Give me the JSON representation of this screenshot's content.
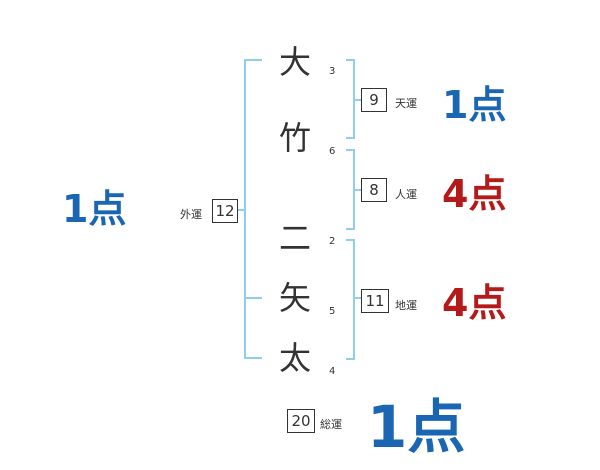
{
  "name_chars": [
    {
      "char": "大",
      "strokes": "3"
    },
    {
      "char": "竹",
      "strokes": "6"
    },
    {
      "char": "二",
      "strokes": "2"
    },
    {
      "char": "矢",
      "strokes": "5"
    },
    {
      "char": "太",
      "strokes": "4"
    }
  ],
  "fortunes": {
    "tenkaku": {
      "label": "天運",
      "value": "9",
      "score": "1点"
    },
    "jinkaku": {
      "label": "人運",
      "value": "8",
      "score": "4点"
    },
    "chikaku": {
      "label": "地運",
      "value": "11",
      "score": "4点"
    },
    "gaikaku": {
      "label": "外運",
      "value": "12",
      "score": "1点"
    },
    "soukaku": {
      "label": "総運",
      "value": "20",
      "score": "1点"
    }
  },
  "colors": {
    "bracket": "#8ecff0",
    "score_blue": "#1a66b3",
    "score_red": "#b41a1a",
    "text": "#333333"
  }
}
